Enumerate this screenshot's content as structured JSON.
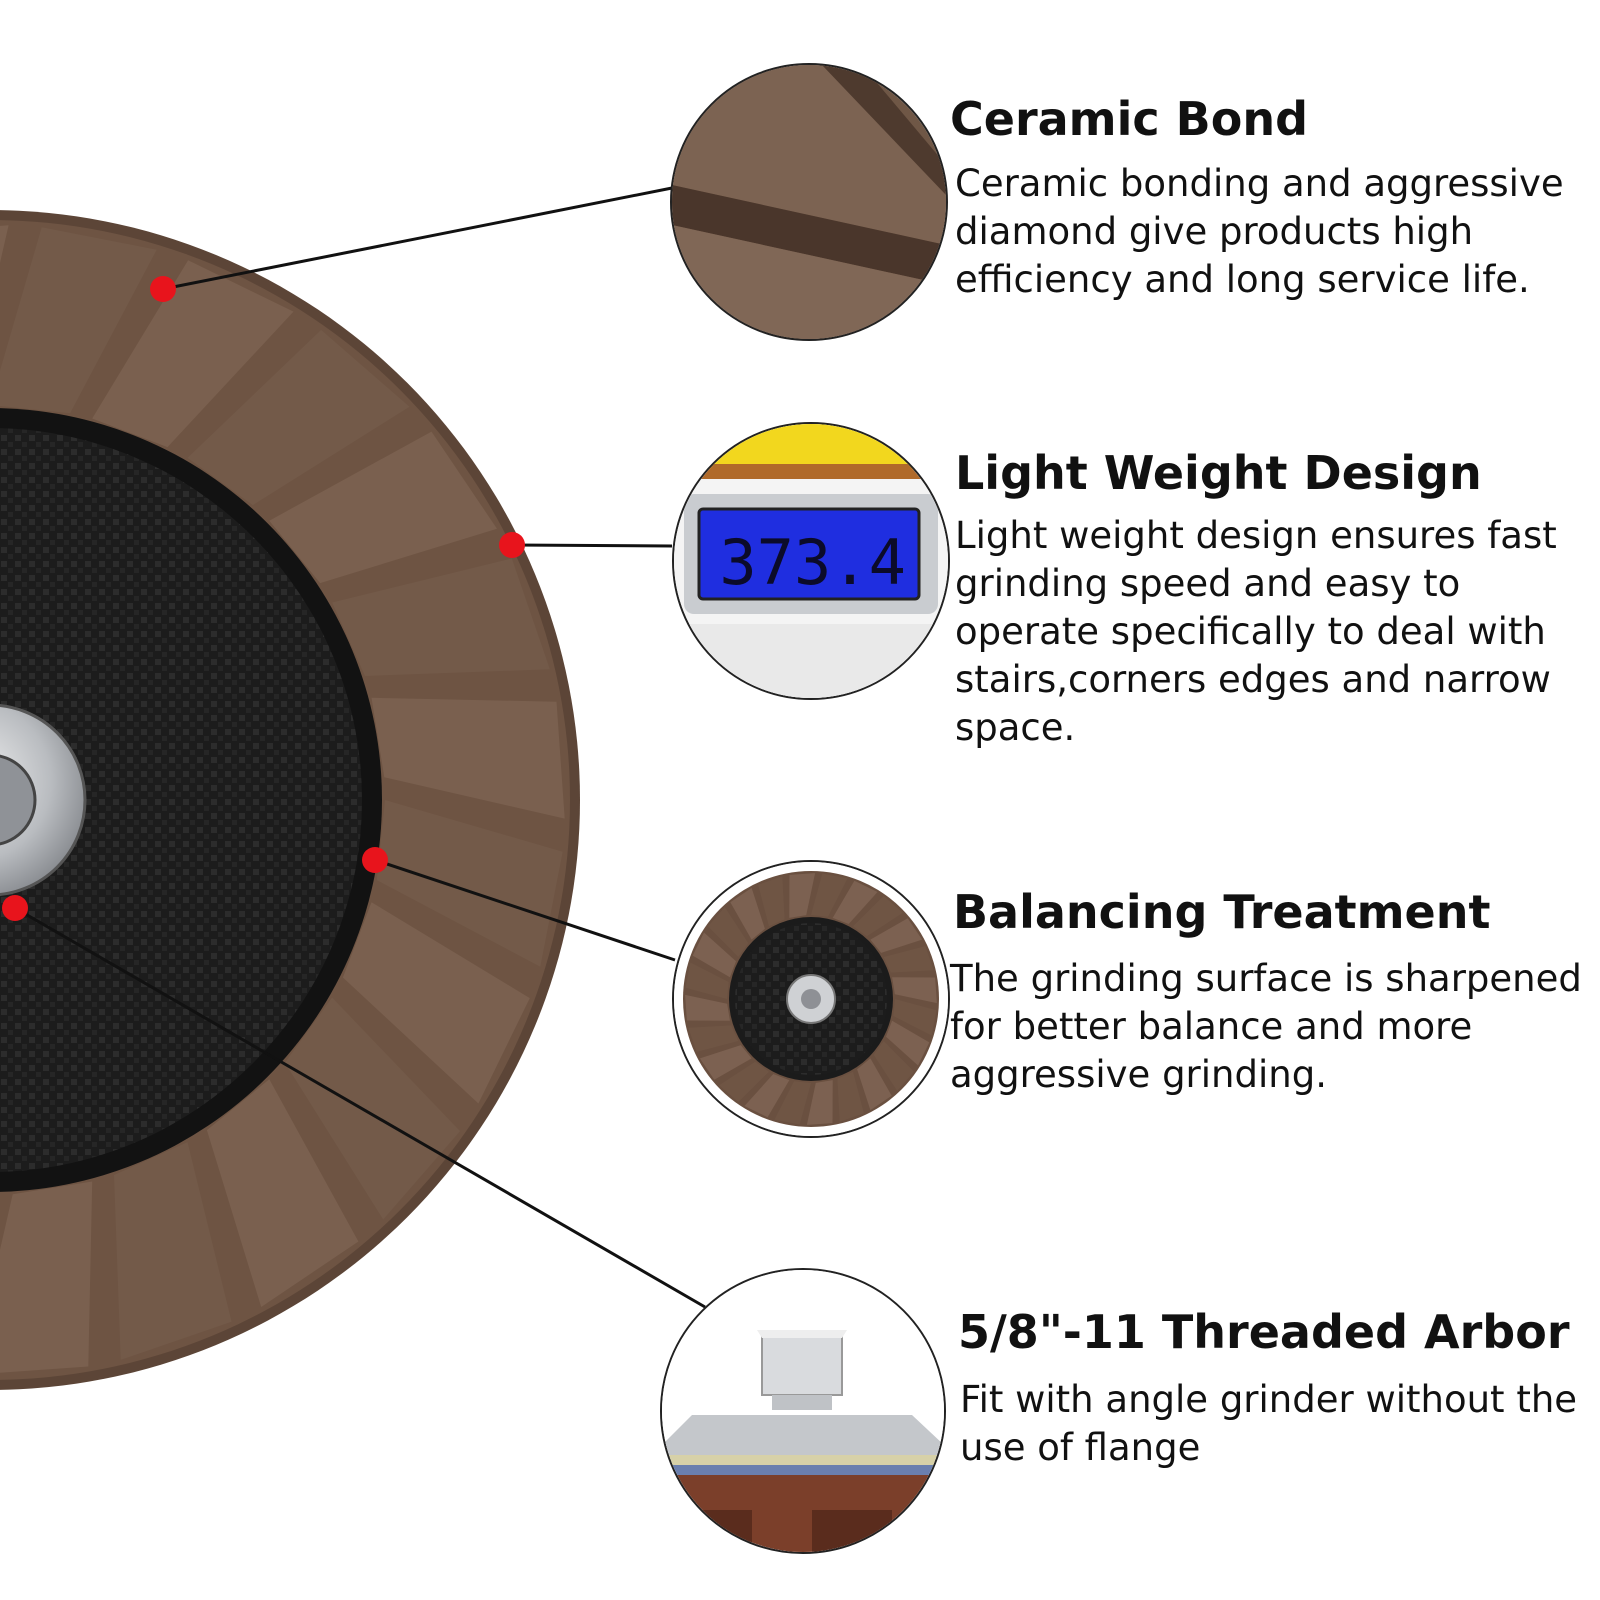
{
  "features": [
    {
      "title": "Ceramic Bond",
      "description": "Ceramic bonding and aggressive diamond give products high efficiency and long service life.",
      "thumbnail_icon": "ceramic-segment-closeup"
    },
    {
      "title": "Light Weight Design",
      "description": "Light weight design ensures fast grinding speed and easy to operate specifically to deal with stairs,corners edges and narrow space.",
      "thumbnail_icon": "digital-scale",
      "scale_reading": "373.4"
    },
    {
      "title": "Balancing Treatment",
      "description": "The grinding surface is sharpened for better balance and more aggressive grinding.",
      "thumbnail_icon": "whole-cup-wheel"
    },
    {
      "title": "5/8\"-11 Threaded Arbor",
      "description": "Fit with angle grinder without the use of flange",
      "thumbnail_icon": "threaded-arbor-nut"
    }
  ],
  "colors": {
    "band_yellow": "#f0d82e",
    "marker_red": "#e8141c",
    "wheel_brown": "#6e5443",
    "backing_black": "#1e1e1e",
    "lcd_blue": "#1f2ee0"
  }
}
